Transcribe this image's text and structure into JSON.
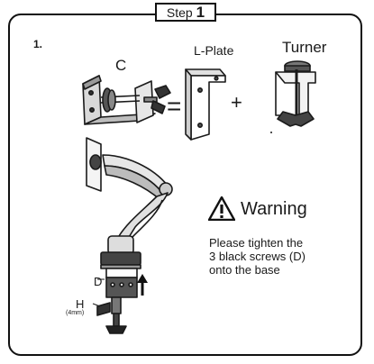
{
  "step": {
    "word": "Step",
    "number": "1"
  },
  "step_index": "1.",
  "parts": {
    "c": "C",
    "l_plate": "L-Plate",
    "turner": "Turner"
  },
  "operators": {
    "equals": "=",
    "plus": "+"
  },
  "callouts": {
    "d": "D",
    "h": "H",
    "h_size": "(4mm)"
  },
  "warning": {
    "title": "Warning",
    "lines": [
      "Please tighten the",
      "3 black screws (D)",
      "onto the base"
    ]
  }
}
